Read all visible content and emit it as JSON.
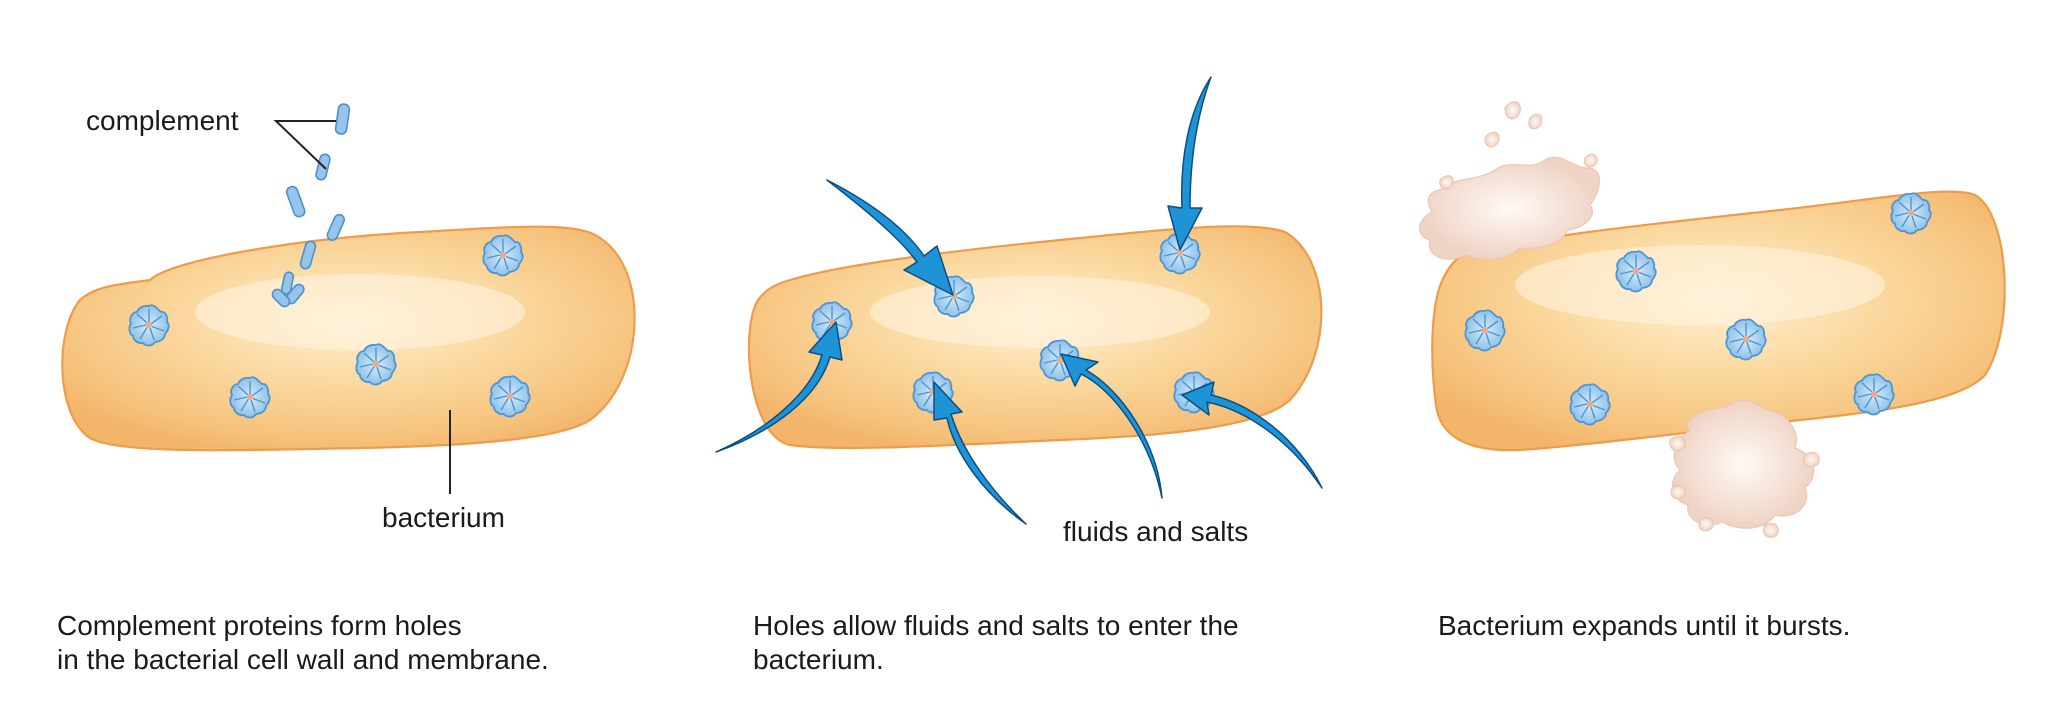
{
  "panels": [
    {
      "id": "holes",
      "labels": {
        "complement": "complement",
        "bacterium": "bacterium"
      },
      "caption": [
        "Complement proteins form holes",
        "in the bacterial cell wall and membrane."
      ]
    },
    {
      "id": "entry",
      "labels": {
        "fluids": "fluids and salts"
      },
      "caption": [
        "Holes allow fluids and salts to enter the",
        "bacterium."
      ]
    },
    {
      "id": "burst",
      "caption": [
        "Bacterium expands until it bursts."
      ]
    }
  ],
  "colors": {
    "bacterium_fill": "#f8c781",
    "bacterium_edge": "#ee9c4c",
    "bacterium_highlight": "#fff0d2",
    "pore_fill": "#a9d0ee",
    "pore_edge": "#4f95cf",
    "arrow_fill": "#1e93d6",
    "arrow_edge": "#0b4e84",
    "burst_debris": "#f3dcd0",
    "label_line": "#222222"
  },
  "icons": [
    "complement-protein-icon",
    "membrane-pore-icon",
    "inflow-arrow-icon",
    "cell-debris-icon"
  ]
}
